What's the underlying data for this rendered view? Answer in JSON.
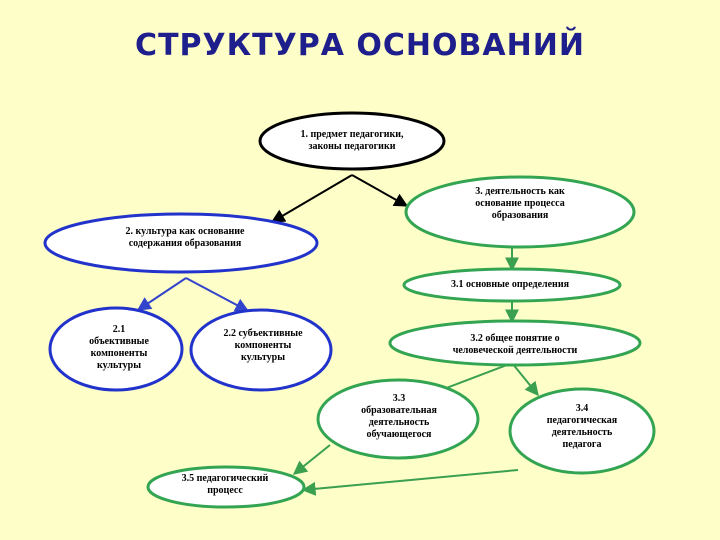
{
  "title": "СТРУКТУРА ОСНОВАНИЙ",
  "colors": {
    "background": "#fefec8",
    "title": "#1e1e8c",
    "node_fill": "#ffffff",
    "node_border_blue": "#2233cc",
    "node_border_green": "#33a552",
    "node_border_black": "#000000",
    "arrow_black": "#000000",
    "arrow_blue": "#3344cc",
    "arrow_green": "#3aa050"
  },
  "nodes": {
    "n1": "1. предмет педагогики,\nзаконы педагогики",
    "n2": "2. культура как основание\nсодержания образования",
    "n3": "3. деятельность как\nоснование процесса\nобразования",
    "n21": "2.1\nобъективные\nкомпоненты\nкультуры",
    "n22": "2.2 субъективные\nкомпоненты\nкультуры",
    "n31": "3.1 основные определения",
    "n32": "3.2 общее понятие о\nчеловеческой деятельности",
    "n33": "3.3\nобразовательная\nдеятельность\nобучающегося",
    "n34": "3.4\nпедагогическая\nдеятельность\nпедагога",
    "n35": "3.5 педагогический\nпроцесс"
  }
}
